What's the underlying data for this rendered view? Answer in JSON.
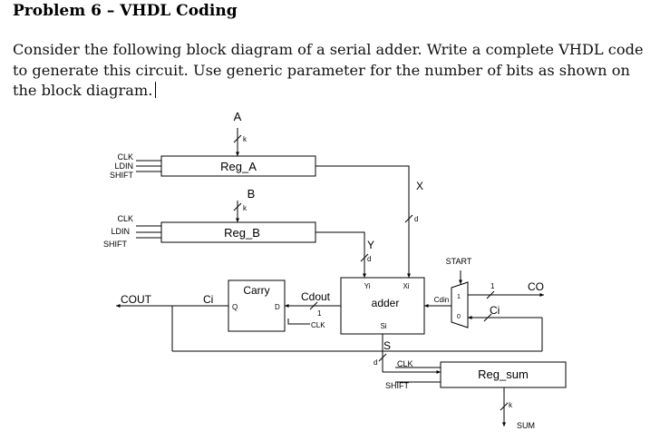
{
  "problem": {
    "title": "Problem 6 – VHDL Coding",
    "statement": "Consider the following block diagram of a serial adder. Write a complete VHDL code to generate this circuit. Use generic parameter for the number of bits as shown on the block diagram."
  },
  "diagram": {
    "input_a": "A",
    "input_b": "B",
    "width_k": "k",
    "width_d": "d",
    "width_1": "1",
    "reg_a": "Reg_A",
    "reg_b": "Reg_B",
    "reg_sum": "Reg_sum",
    "clk": "CLK",
    "ldin": "LDIN",
    "shift": "SHIFT",
    "x": "X",
    "y": "Y",
    "s": "S",
    "start": "START",
    "carry": "Carry",
    "q": "Q",
    "d_pin": "D",
    "cdout": "Cdout",
    "adder": "adder",
    "yi": "Yi",
    "xi": "Xi",
    "si": "Si",
    "cdin": "Cdin",
    "mux_1": "1",
    "mux_0": "0",
    "co": "CO",
    "ci": "Ci",
    "cout": "COUT",
    "sum": "SUM"
  }
}
